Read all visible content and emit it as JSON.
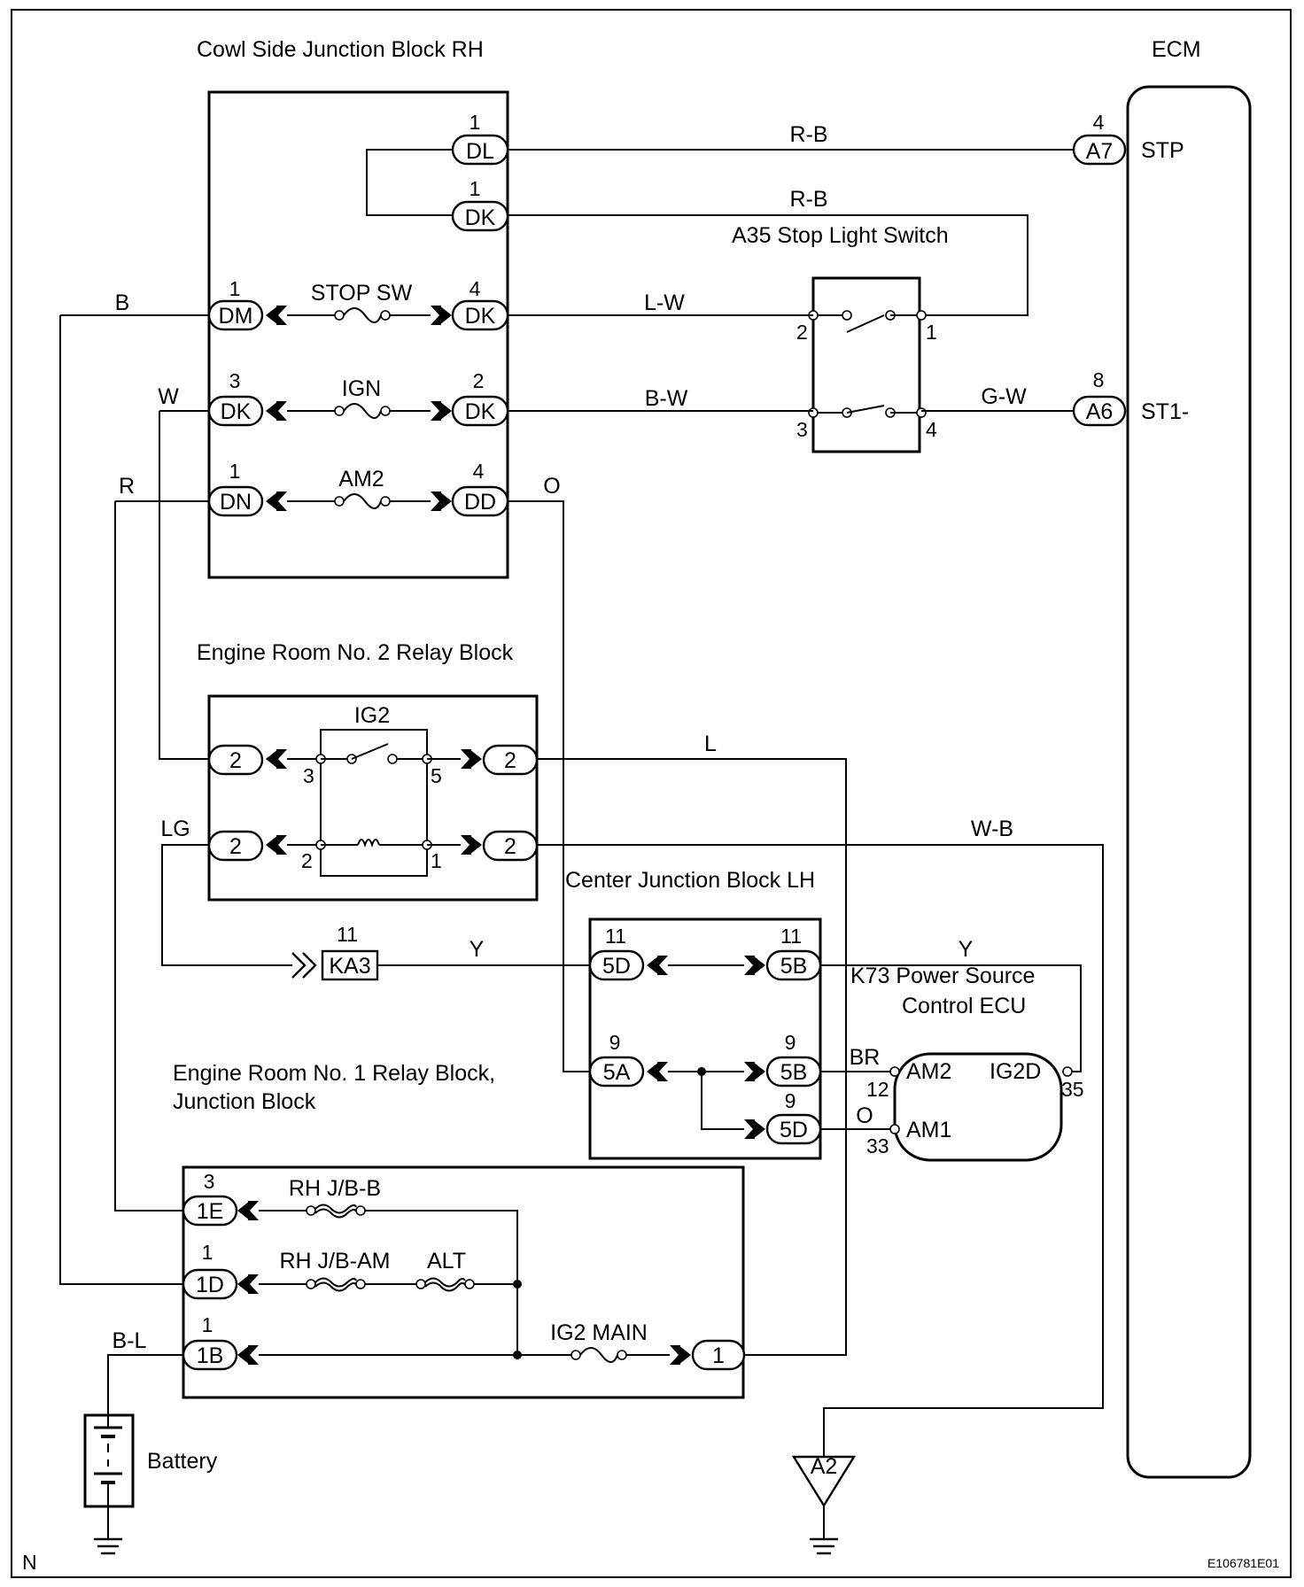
{
  "blocks": {
    "cowl_side_jb": "Cowl Side Junction Block RH",
    "ecm": "ECM",
    "stop_light_switch": "A35 Stop Light Switch",
    "engine_room_no2_relay": "Engine Room No. 2 Relay Block",
    "center_jb_lh": "Center Junction Block LH",
    "power_source_ecu_line1": "K73 Power Source",
    "power_source_ecu_line2": "Control ECU",
    "engine_room_no1_line1": "Engine Room No. 1 Relay Block,",
    "engine_room_no1_line2": "Junction Block",
    "battery": "Battery"
  },
  "fuses": {
    "stop_sw": "STOP SW",
    "ign": "IGN",
    "am2": "AM2",
    "ig2_relay": "IG2",
    "rh_jb_b": "RH J/B-B",
    "rh_jb_am": "RH J/B-AM",
    "alt": "ALT",
    "ig2_main": "IG2 MAIN"
  },
  "wire_colors": {
    "rb_top": "R-B",
    "rb_mid": "R-B",
    "lw": "L-W",
    "bw": "B-W",
    "gw": "G-W",
    "b": "B",
    "w": "W",
    "r": "R",
    "o_top": "O",
    "l": "L",
    "wb": "W-B",
    "lg": "LG",
    "y_left": "Y",
    "y_right": "Y",
    "br": "BR",
    "o_bottom": "O",
    "bl": "B-L"
  },
  "connectors": {
    "dl": {
      "code": "DL",
      "pin": "1"
    },
    "dk_top": {
      "code": "DK",
      "pin": "1"
    },
    "dm": {
      "code": "DM",
      "pin": "1"
    },
    "dk_stop": {
      "code": "DK",
      "pin": "4"
    },
    "dk_ign_l": {
      "code": "DK",
      "pin": "3"
    },
    "dk_ign_r": {
      "code": "DK",
      "pin": "2"
    },
    "dn": {
      "code": "DN",
      "pin": "1"
    },
    "dd": {
      "code": "DD",
      "pin": "4"
    },
    "a7": {
      "code": "A7",
      "pin": "4",
      "signal": "STP"
    },
    "a6": {
      "code": "A6",
      "pin": "8",
      "signal": "ST1-"
    },
    "r2_tl": "2",
    "r2_tr": "2",
    "r2_bl": "2",
    "r2_br": "2",
    "ka3": {
      "code": "KA3",
      "pin": "11"
    },
    "cj_5d_top": {
      "code": "5D",
      "pin": "11"
    },
    "cj_5b_top": {
      "code": "5B",
      "pin": "11"
    },
    "cj_5a": {
      "code": "5A",
      "pin": "9"
    },
    "cj_5b_mid": {
      "code": "5B",
      "pin": "9"
    },
    "cj_5d_bot": {
      "code": "5D",
      "pin": "9"
    },
    "e1_1e": {
      "code": "1E",
      "pin": "3"
    },
    "e1_1d": {
      "code": "1D",
      "pin": "1"
    },
    "e1_1b": {
      "code": "1B",
      "pin": "1"
    },
    "e1_1": "1",
    "a2": "A2"
  },
  "switch_pins": {
    "p1": "1",
    "p2": "2",
    "p3": "3",
    "p4": "4"
  },
  "relay_pins": {
    "p3": "3",
    "p5": "5",
    "p2": "2",
    "p1": "1"
  },
  "ecu_terminals": {
    "am2": "AM2",
    "am2_pin": "12",
    "ig2d": "IG2D",
    "ig2d_pin": "35",
    "am1": "AM1",
    "am1_pin": "33"
  },
  "corner": {
    "n_label": "N",
    "figure_code": "E106781E01"
  }
}
